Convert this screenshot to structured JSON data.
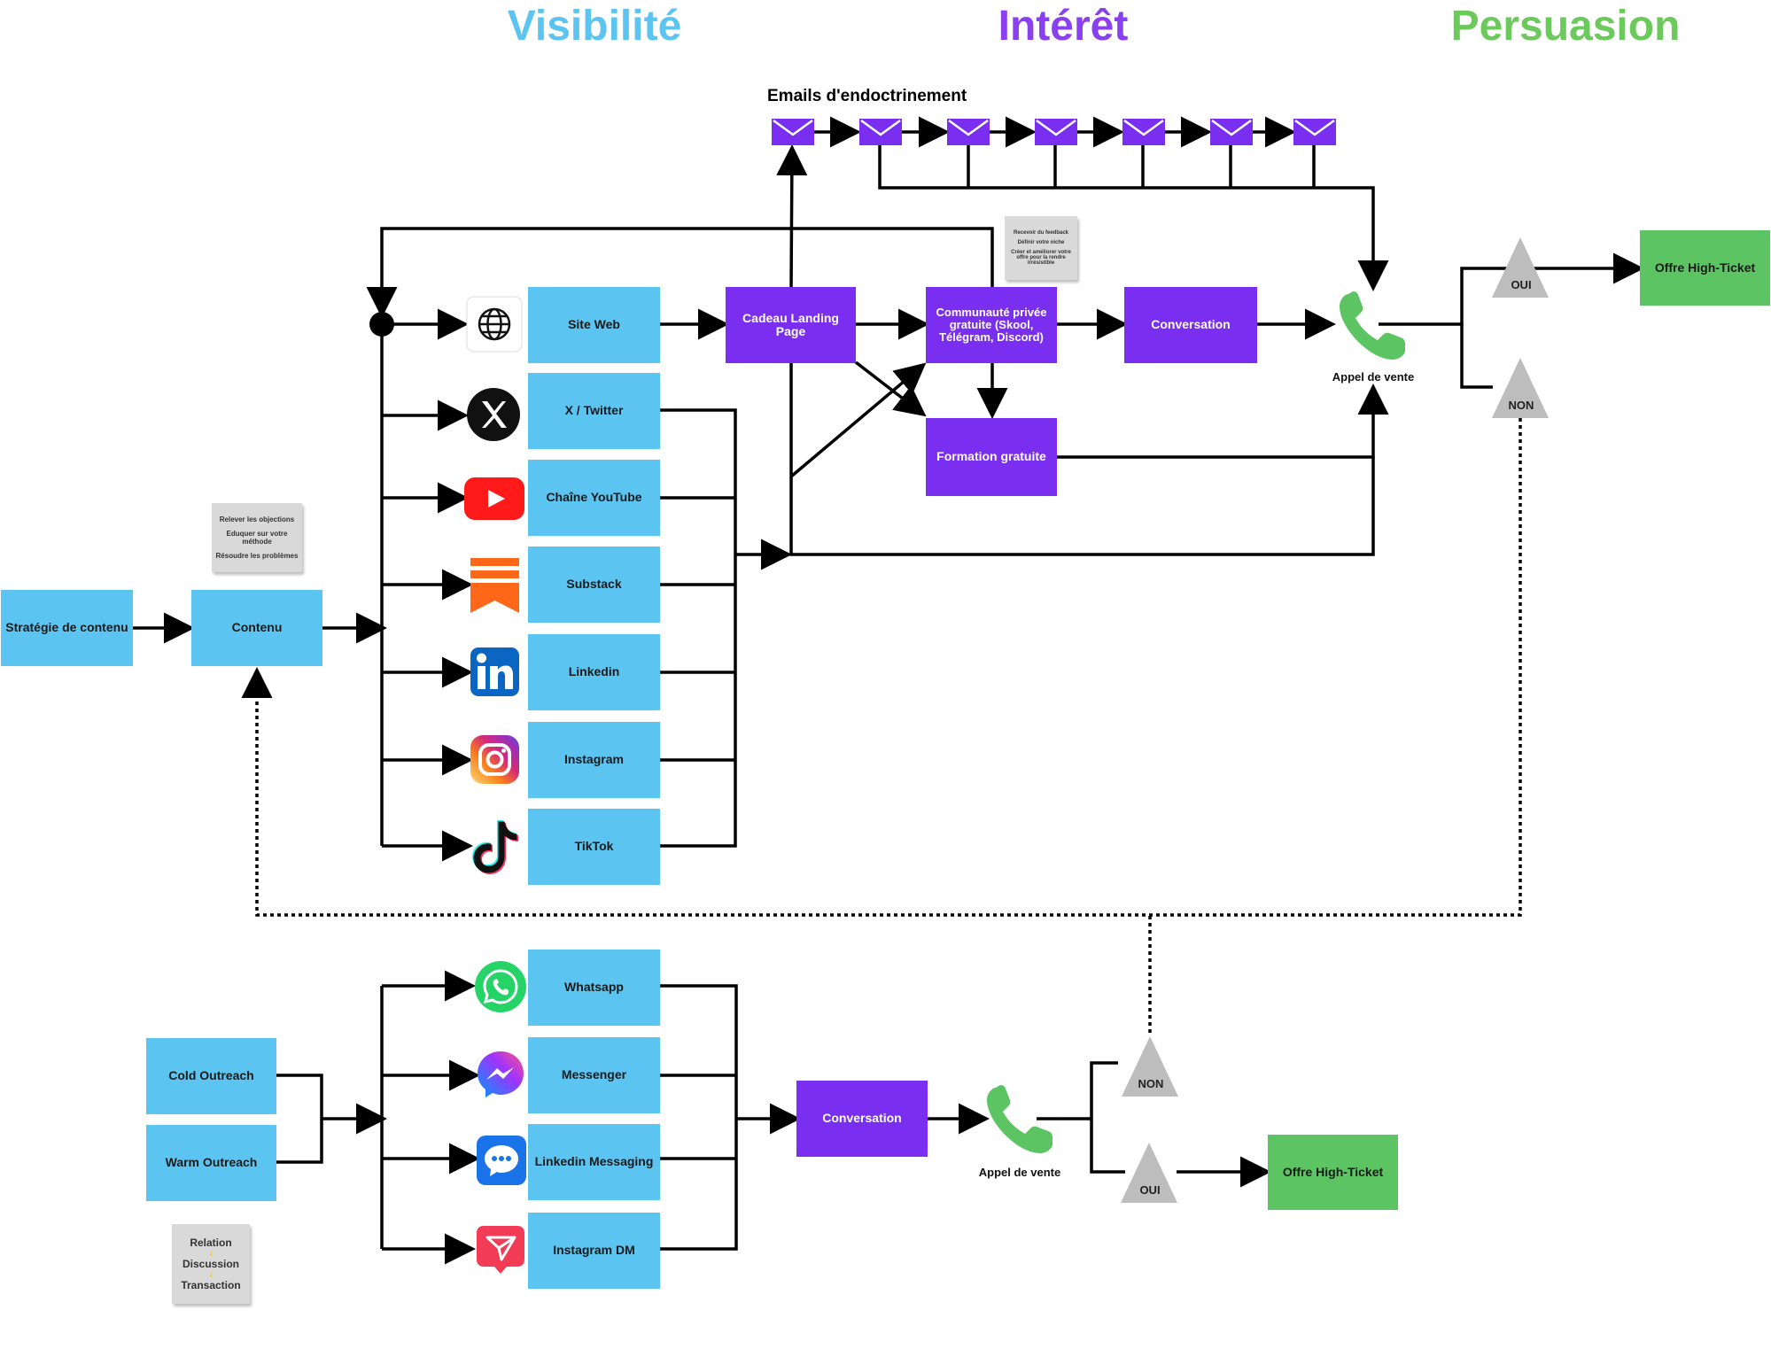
{
  "stages": {
    "visibility": "Visibilité",
    "interest": "Intérêt",
    "persuasion": "Persuasion"
  },
  "colors": {
    "visibility": "#5bc4f1",
    "interest": "#8a3ff0",
    "persuasion": "#6cc95c",
    "blue_box": "#5bc4f1",
    "purple_box": "#7a2ff0",
    "green_box": "#5cc462",
    "decision": "#bdbdbd"
  },
  "emails": {
    "label": "Emails d'endoctrinement",
    "count": 7
  },
  "content": {
    "strategy": "Stratégie de contenu",
    "content": "Contenu",
    "note": [
      "Relever les objections",
      "Eduquer sur votre méthode",
      "Résoudre les problèmes"
    ]
  },
  "channels": [
    {
      "label": "Site Web",
      "icon": "globe-icon"
    },
    {
      "label": "X / Twitter",
      "icon": "x-twitter-icon"
    },
    {
      "label": "Chaîne YouTube",
      "icon": "youtube-icon"
    },
    {
      "label": "Substack",
      "icon": "substack-icon"
    },
    {
      "label": "Linkedin",
      "icon": "linkedin-icon"
    },
    {
      "label": "Instagram",
      "icon": "instagram-icon"
    },
    {
      "label": "TikTok",
      "icon": "tiktok-icon"
    }
  ],
  "interest": {
    "gift": "Cadeau Landing Page",
    "community": "Communauté privée gratuite (Skool, Télégram, Discord)",
    "training": "Formation gratuite",
    "conversation": "Conversation",
    "community_note": [
      "Recevoir du feedback",
      "Définir votre niche",
      "Créer et améliorer votre offre pour la rendre irrésistible"
    ]
  },
  "persuasion": {
    "call": "Appel de vente",
    "yes": "OUI",
    "no": "NON",
    "offer": "Offre High-Ticket"
  },
  "outreach": {
    "cold": "Cold Outreach",
    "warm": "Warm Outreach",
    "note": [
      "Relation",
      "Discussion",
      "Transaction"
    ],
    "channels": [
      {
        "label": "Whatsapp",
        "icon": "whatsapp-icon"
      },
      {
        "label": "Messenger",
        "icon": "messenger-icon"
      },
      {
        "label": "Linkedin Messaging",
        "icon": "linkedin-messaging-icon"
      },
      {
        "label": "Instagram DM",
        "icon": "instagram-dm-icon"
      }
    ],
    "conversation": "Conversation",
    "call": "Appel de vente",
    "no": "NON",
    "yes": "OUI",
    "offer": "Offre High-Ticket"
  }
}
